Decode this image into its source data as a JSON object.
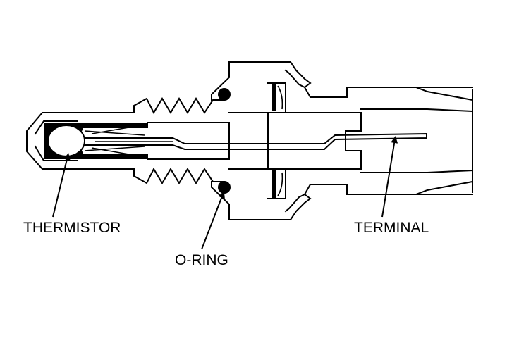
{
  "labels": {
    "thermistor": "THERMISTOR",
    "o_ring": "O-RING",
    "terminal": "TERMINAL"
  },
  "colors": {
    "line": "#000000",
    "background": "#ffffff"
  }
}
